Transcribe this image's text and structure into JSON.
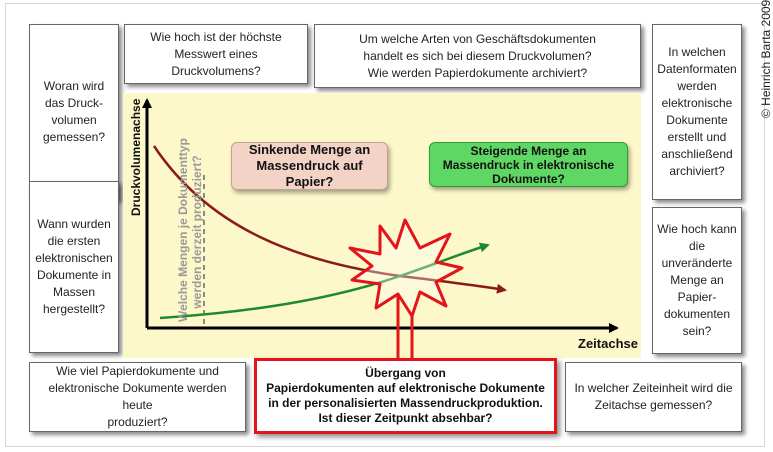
{
  "boxes": {
    "messung": "Woran wird\ndas Druck-\nvolumen\ngemessen?",
    "hoechster": "Wie hoch ist der höchste\nMesswert eines Druckvolumens?",
    "arten": "Um welche Arten von Geschäftsdokumenten\nhandelt es sich bei diesem Druckvolumen?\nWie werden Papierdokumente archiviert?",
    "datenformate": "In welchen\nDatenformaten\nwerden\nelektronische\nDokumente\nerstellt und\nanschließend\narchiviert?",
    "erste": "Wann wurden\ndie ersten\nelektronischen\nDokumente in\nMassen\nhergestellt?",
    "menge": "Wie hoch kann\ndie\nunveränderte\nMenge an\nPapier-\ndokumenten\nsein?",
    "heute": "Wie viel Papierdokumente und\nelektronische Dokumente werden heute\nproduziert?",
    "zeiteinheit": "In welcher Zeiteinheit wird die\nZeitachse gemessen?"
  },
  "chart": {
    "y_axis_label": "Druckvolumenachse",
    "x_axis_label": "Zeitachse",
    "dashed_label": "Welche Mengen je Dokumenttyp\nwerden derzeit produziert?",
    "callout_falling": "Sinkende Menge an\nMassendruck auf Papier?",
    "callout_rising": "Steigende Menge an\nMassendruck in elektronische\nDokumente?",
    "transition": "Übergang von\nPapierdokumenten auf elektronische Dokumente\nin der personalisierten Massendruckproduktion.\nIst dieser Zeitpunkt absehbar?"
  },
  "copyright": "© Heinrich Barta 2009",
  "colors": {
    "chart_bg": "#fcf8c9",
    "paper_curve": "#8b1a1a",
    "electronic_curve": "#1f8a2b",
    "burst_red": "#e3151b",
    "callout_falling_bg": "#f3d3c6",
    "callout_rising_bg": "#5fd764"
  }
}
